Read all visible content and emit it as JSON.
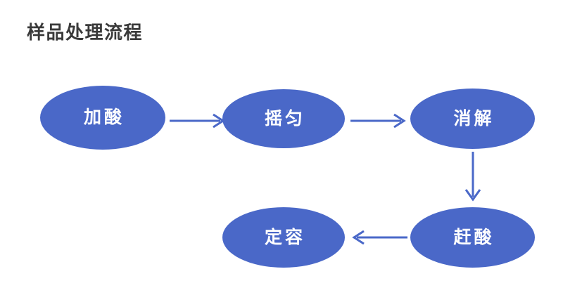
{
  "title": "样品处理流程",
  "theme": {
    "node_fill": "#4a68c8",
    "node_text": "#ffffff",
    "arrow_color": "#4a68c8",
    "title_color": "#3a3a3a",
    "background": "#ffffff"
  },
  "diagram": {
    "type": "flowchart",
    "nodes": [
      {
        "id": "jiasuan",
        "label": "加酸",
        "shape": "ellipse",
        "order": 1
      },
      {
        "id": "yaoyun",
        "label": "摇匀",
        "shape": "ellipse",
        "order": 2
      },
      {
        "id": "xiaojie",
        "label": "消解",
        "shape": "ellipse",
        "order": 3
      },
      {
        "id": "gansuan",
        "label": "赶酸",
        "shape": "ellipse",
        "order": 4
      },
      {
        "id": "dingrong",
        "label": "定容",
        "shape": "ellipse",
        "order": 5
      }
    ],
    "edges": [
      {
        "id": "e1",
        "from": "加酸",
        "to": "摇匀",
        "direction": "right"
      },
      {
        "id": "e2",
        "from": "摇匀",
        "to": "消解",
        "direction": "right"
      },
      {
        "id": "e3",
        "from": "消解",
        "to": "赶酸",
        "direction": "down"
      },
      {
        "id": "e4",
        "from": "赶酸",
        "to": "定容",
        "direction": "left"
      }
    ]
  }
}
